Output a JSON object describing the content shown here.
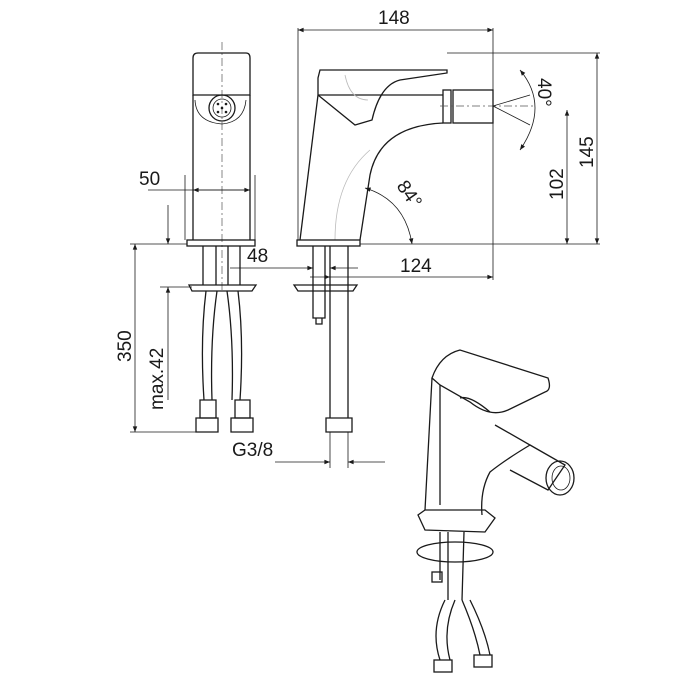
{
  "title": "Bidet mixer dimension drawing",
  "dimensions": {
    "overall_length": "148",
    "overall_height": "145",
    "spout_height": "102",
    "spout_tilt": "40°",
    "body_angle": "84°",
    "body_width": "50",
    "shank_offset": "48",
    "spout_reach": "124",
    "hose_length": "350",
    "max_deck_thickness": "max.42",
    "connection_thread": "G3/8"
  },
  "colors": {
    "line": "#1a1a1a",
    "background": "#ffffff"
  }
}
